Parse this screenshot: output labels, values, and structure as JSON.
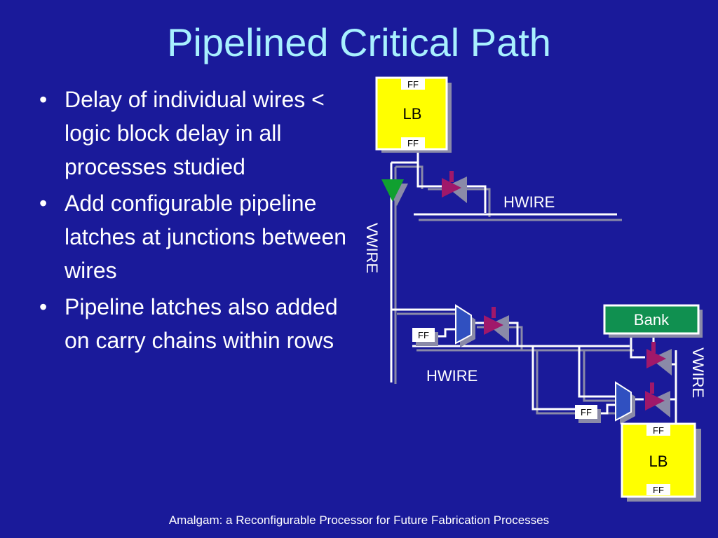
{
  "title": "Pipelined Critical Path",
  "bullets": [
    "Delay of individual wires < logic block delay in all processes studied",
    "Add configurable pipeline latches at junctions between wires",
    "Pipeline latches also added on carry chains within rows"
  ],
  "bullet_glyph": "•",
  "diagram": {
    "lb_top": {
      "label": "LB",
      "ff_top": "FF",
      "ff_bottom": "FF"
    },
    "lb_bottom": {
      "label": "LB",
      "ff_top": "FF",
      "ff_bottom": "FF"
    },
    "bank": "Bank",
    "hwire_top": "HWIRE",
    "hwire_bottom": "HWIRE",
    "vwire_left": "VWIRE",
    "vwire_right": "VWIRE",
    "ff_mid_left": "FF",
    "ff_mid_right": "FF"
  },
  "colors": {
    "background": "#1a1a9a",
    "title": "#a8f0ff",
    "logic_block": "#ffff00",
    "bank": "#109050",
    "latch": "#a0186a",
    "mux": "#3050c0",
    "buffer": "#10a030"
  },
  "footer": "Amalgam: a Reconfigurable Processor for Future Fabrication Processes"
}
